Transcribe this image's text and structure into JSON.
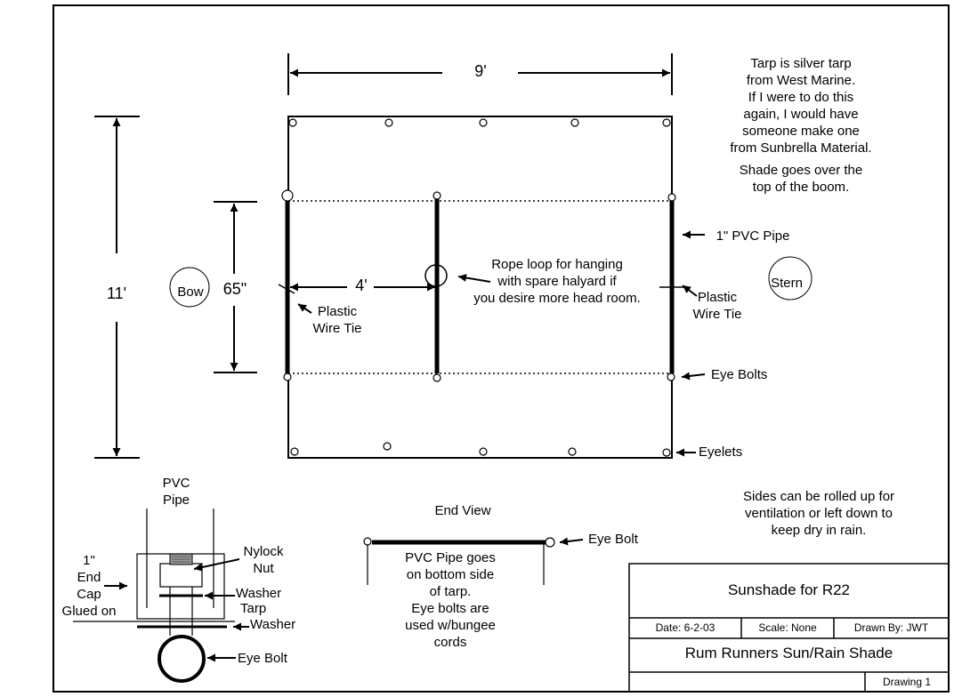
{
  "dimensions": {
    "width_label": "9'",
    "height_label": "11'",
    "pipe_spacing_label": "65\"",
    "center_spacing_label": "4'"
  },
  "labels": {
    "bow": "Bow",
    "stern": "Stern",
    "pvc_pipe_1in": "1\" PVC Pipe",
    "plastic_wire_tie_left": "Plastic\nWire Tie",
    "plastic_wire_tie_right": "Plastic\nWire Tie",
    "eye_bolts": "Eye Bolts",
    "eyelets": "Eyelets",
    "rope_loop": "Rope loop for hanging\nwith spare halyard if\nyou desire more head room."
  },
  "notes": {
    "tarp": "Tarp is silver tarp\nfrom West Marine.\nIf I were to do this\nagain, I would have\nsomeone make one\nfrom Sunbrella Material.",
    "shade": "Shade goes over the\ntop of the boom.",
    "sides": "Sides can be rolled up for\nventilation or left down to\nkeep dry in rain."
  },
  "end_view": {
    "title": "End View",
    "eye_bolt": "Eye Bolt",
    "note": "PVC Pipe goes\non bottom side\nof tarp.\nEye bolts are\nused w/bungee\ncords"
  },
  "detail": {
    "pvc_pipe": "PVC\nPipe",
    "end_cap": "1\"\nEnd\nCap\nGlued on",
    "nylock_nut": "Nylock\nNut",
    "washer_top": "Washer",
    "tarp": "Tarp",
    "washer_bottom": "Washer",
    "eye_bolt": "Eye Bolt"
  },
  "title_block": {
    "title": "Sunshade for R22",
    "date": "Date: 6-2-03",
    "scale": "Scale: None",
    "drawn_by": "Drawn By: JWT",
    "subtitle": "Rum Runners Sun/Rain Shade",
    "drawing_no": "Drawing 1"
  }
}
